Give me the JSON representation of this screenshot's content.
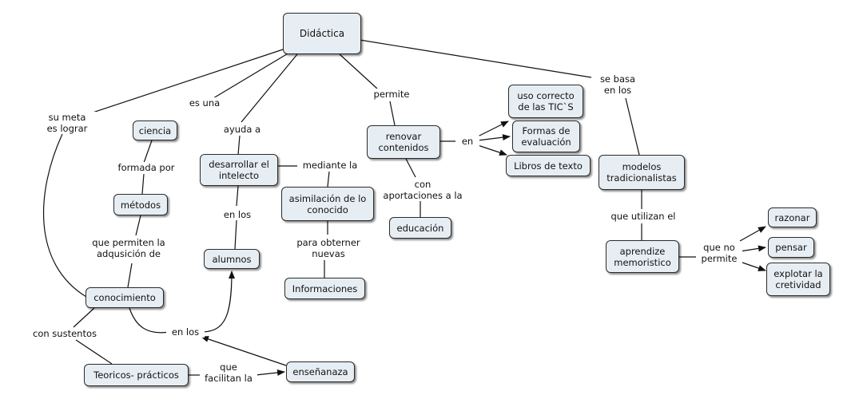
{
  "nodes": {
    "didactica": "Didáctica",
    "ciencia": "ciencia",
    "metodos": "métodos",
    "conocimiento": "conocimiento",
    "desarrollar": "desarrollar el\nintelecto",
    "alumnos": "alumnos",
    "asimilacion": "asimilación de lo\nconocido",
    "informaciones": "Informaciones",
    "renovar": "renovar\ncontenidos",
    "educacion": "educación",
    "tic": "uso correcto\nde las TIC`S",
    "formas": "Formas de\nevaluación",
    "libros": "Libros de texto",
    "modelos": "modelos\ntradicionalistas",
    "aprendize": "aprendize\nmemoristico",
    "razonar": "razonar",
    "pensar": "pensar",
    "explotar": "explotar la\ncretividad",
    "teoricos": "Teoricos- prácticos",
    "ensenanaza": "enseñanaza"
  },
  "links": {
    "su_meta": "su meta\nes lograr",
    "es_una": "es una",
    "ayuda_a": "ayuda a",
    "permite": "permite",
    "se_basa": "se basa\nen los",
    "formada_por": "formada por",
    "que_permiten": "que permiten la\nadqusición de",
    "mediante_la": "mediante la",
    "en_los_alumnos": "en los",
    "para_obterner": "para obterner\nnuevas",
    "en_renovar": "en",
    "con_aportaciones": "con\naportaciones a la",
    "que_utilizan": "que utilizan el",
    "que_no_permite": "que no\npermite",
    "con_sustentos": "con sustentos",
    "en_los_bottom": "en los",
    "que_facilitan": "que\nfacilitan la"
  }
}
